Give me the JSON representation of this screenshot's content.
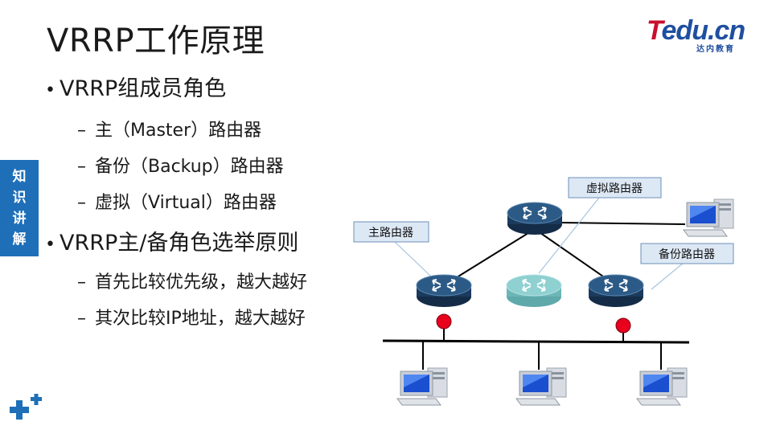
{
  "title": "VRRP工作原理",
  "logo": {
    "brand_t": "T",
    "brand_rest": "edu.cn",
    "subtitle": "达内教育"
  },
  "sidebar": {
    "chars": [
      "知",
      "识",
      "讲",
      "解"
    ]
  },
  "bullets": [
    {
      "text": "VRRP组成员角色",
      "subs": [
        "主（Master）路由器",
        "备份（Backup）路由器",
        "虚拟（Virtual）路由器"
      ]
    },
    {
      "text": "VRRP主/备角色选举原则",
      "subs": [
        "首先比较优先级，越大越好",
        "其次比较IP地址，越大越好"
      ]
    }
  ],
  "diagram": {
    "labels": {
      "master": "主路由器",
      "virtual": "虚拟路由器",
      "backup": "备份路由器"
    },
    "colors": {
      "router_body": "#1b3b5e",
      "router_top": "#2c5a86",
      "virtual_router": "#7bc3c4",
      "label_bg": "#dde8f5",
      "active_dot": "#e8001c",
      "link": "#000000"
    },
    "devices": [
      "master-router",
      "backup-router",
      "upper-router",
      "virtual-router",
      "pc"
    ]
  },
  "colors": {
    "sidebar": "#1f6fb8",
    "brand_blue": "#1f4fa0",
    "brand_red": "#c8102e"
  }
}
